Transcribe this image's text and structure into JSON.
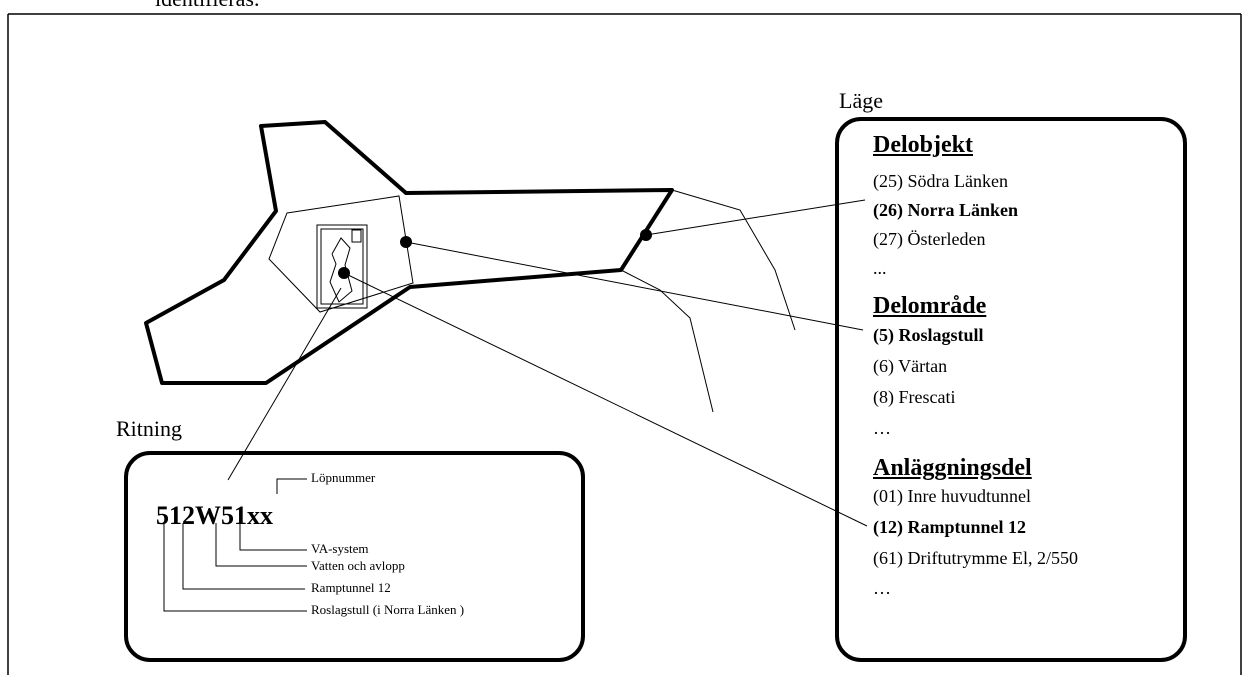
{
  "header_fragment": "identifieras.",
  "lage": {
    "label": "Läge",
    "sections": [
      {
        "heading": "Delobjekt",
        "items": [
          {
            "text": "(25) Södra Länken",
            "bold": false
          },
          {
            "text": "(26) Norra Länken",
            "bold": true
          },
          {
            "text": "(27) Österleden",
            "bold": false
          },
          {
            "text": "...",
            "bold": false
          }
        ]
      },
      {
        "heading": "Delområde",
        "items": [
          {
            "text": "(5) Roslagstull",
            "bold": true
          },
          {
            "text": "(6) Värtan",
            "bold": false
          },
          {
            "text": "(8) Frescati",
            "bold": false
          },
          {
            "text": "…",
            "bold": false
          }
        ]
      },
      {
        "heading": "Anläggningsdel",
        "items": [
          {
            "text": "(01) Inre huvudtunnel",
            "bold": false
          },
          {
            "text": "(12) Ramptunnel 12",
            "bold": true
          },
          {
            "text": "(61) Driftutrymme El, 2/550",
            "bold": false
          },
          {
            "text": "…",
            "bold": false
          }
        ]
      }
    ]
  },
  "ritning": {
    "label": "Ritning",
    "code": "512W51xx",
    "parts": {
      "lopnummer": "Löpnummer",
      "va_system": "VA-system",
      "vatten": "Vatten och avlopp",
      "ramptunnel": "Ramptunnel 12",
      "roslagstull": "Roslagstull (i Norra Länken )"
    }
  },
  "colors": {
    "ink": "#000000",
    "background": "#ffffff"
  }
}
